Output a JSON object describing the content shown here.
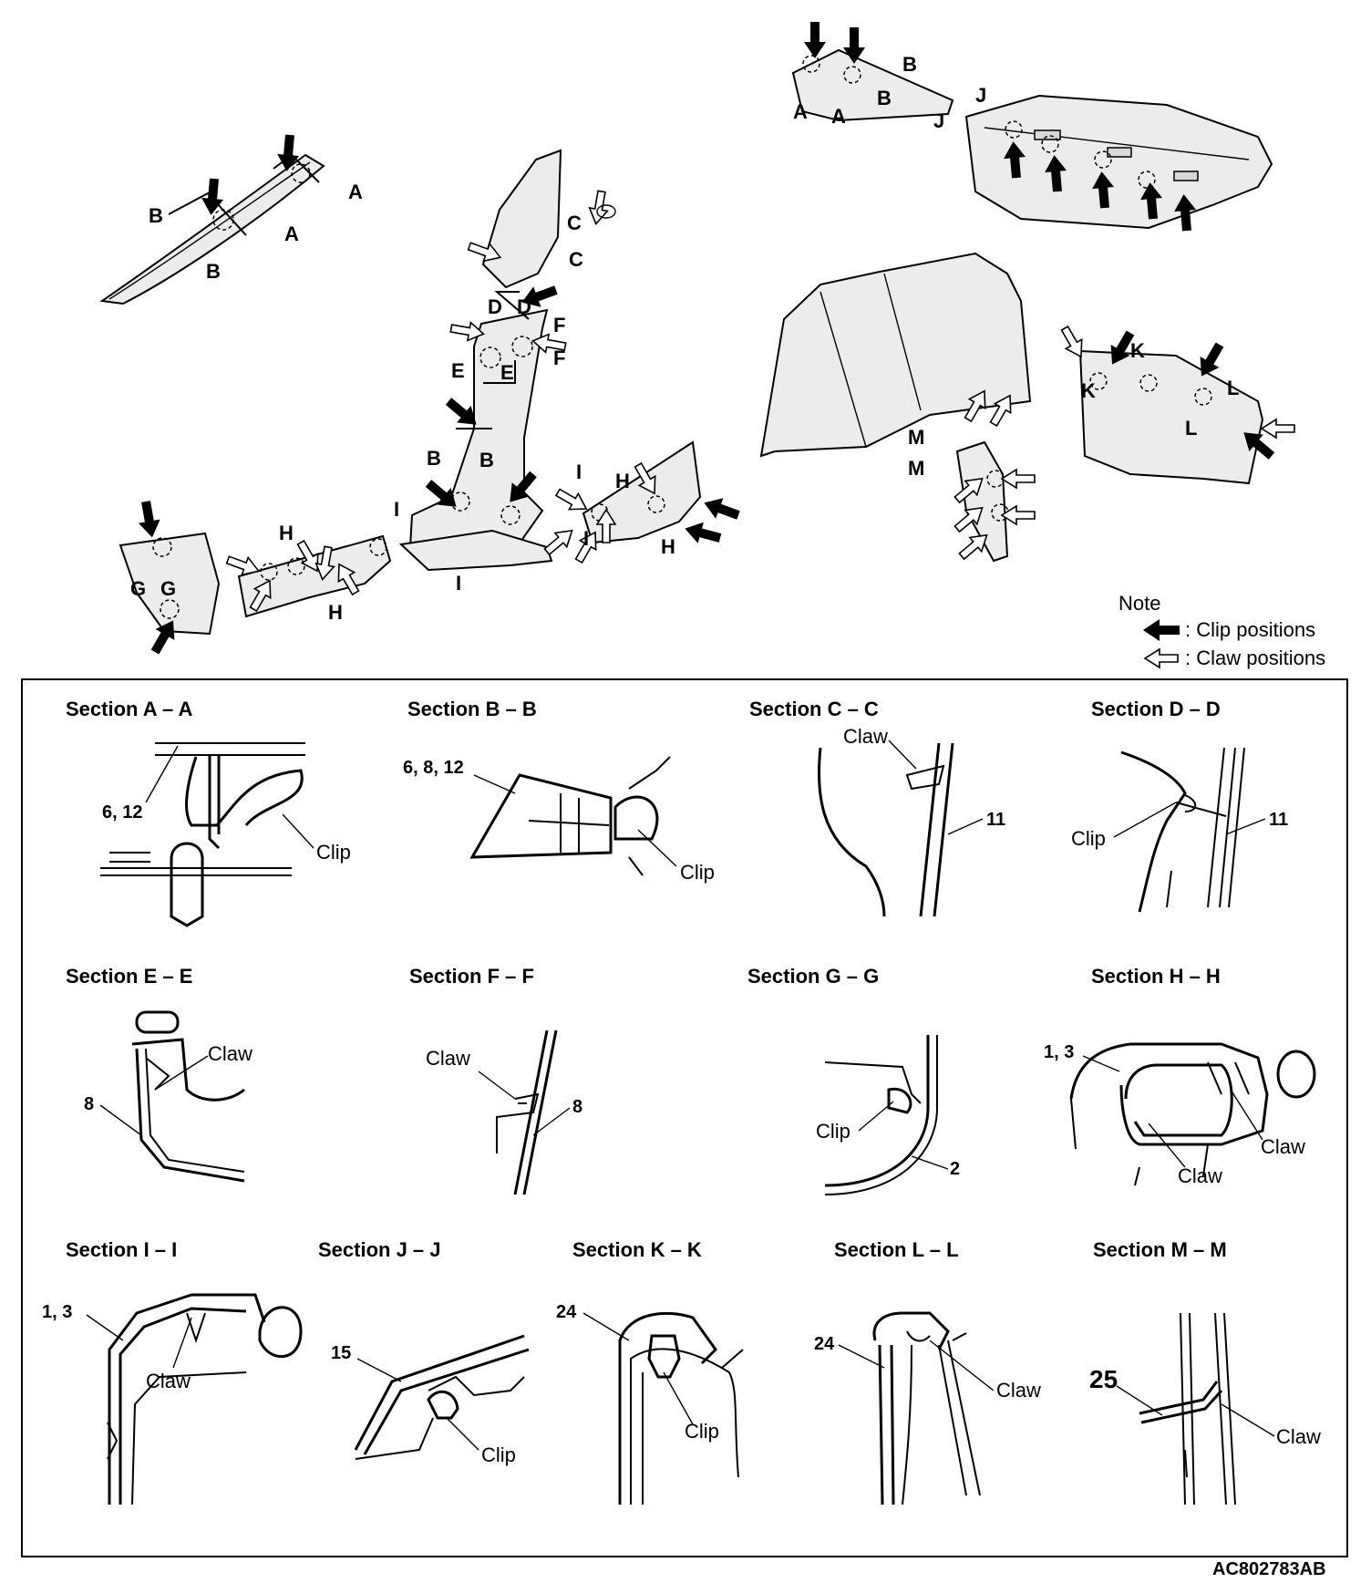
{
  "note": {
    "title": "Note",
    "clip_label": ": Clip positions",
    "claw_label": ": Claw positions"
  },
  "callouts": {
    "A": "A",
    "B": "B",
    "C": "C",
    "D": "D",
    "E": "E",
    "F": "F",
    "G": "G",
    "H": "H",
    "I": "I",
    "J": "J",
    "K": "K",
    "L": "L",
    "M": "M"
  },
  "sections": {
    "aa": {
      "title": "Section A – A",
      "part": "6, 12",
      "clip": "Clip"
    },
    "bb": {
      "title": "Section B – B",
      "part": "6, 8, 12",
      "clip": "Clip"
    },
    "cc": {
      "title": "Section C – C",
      "claw": "Claw",
      "part": "11"
    },
    "dd": {
      "title": "Section D – D",
      "clip": "Clip",
      "part": "11"
    },
    "ee": {
      "title": "Section E – E",
      "claw": "Claw",
      "part": "8"
    },
    "ff": {
      "title": "Section F – F",
      "claw": "Claw",
      "part": "8"
    },
    "gg": {
      "title": "Section G – G",
      "clip": "Clip",
      "part": "2"
    },
    "hh": {
      "title": "Section H – H",
      "part": "1, 3",
      "claw1": "Claw",
      "claw2": "Claw"
    },
    "ii": {
      "title": "Section I – I",
      "part": "1, 3",
      "claw": "Claw"
    },
    "jj": {
      "title": "Section J – J",
      "part": "15",
      "clip": "Clip"
    },
    "kk": {
      "title": "Section K – K",
      "part": "24",
      "clip": "Clip"
    },
    "ll": {
      "title": "Section L – L",
      "part": "24",
      "claw": "Claw"
    },
    "mm": {
      "title": "Section M – M",
      "part": "25",
      "claw": "Claw"
    }
  },
  "figure_code": "AC802783AB",
  "colors": {
    "line": "#000000",
    "part_fill": "#ececec",
    "background": "#ffffff"
  },
  "icons": {
    "clip": "filled-arrow-icon",
    "claw": "outline-arrow-icon"
  }
}
